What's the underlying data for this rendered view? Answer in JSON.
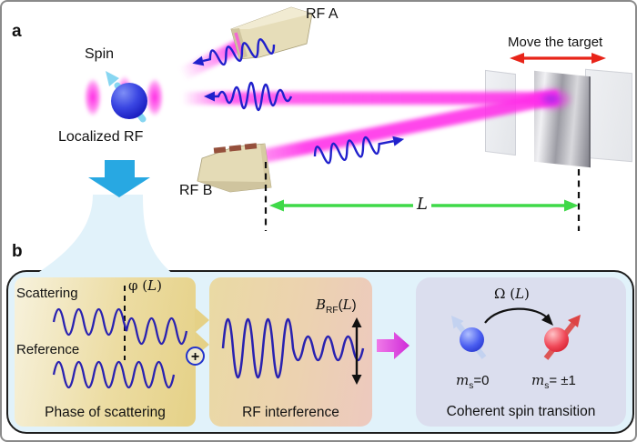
{
  "panel_a": {
    "label": "a",
    "spin": "Spin",
    "localized_rf": "Localized RF",
    "rf_a": "RF A",
    "rf_b": "RF B",
    "move_target": "Move the target",
    "distance": "L"
  },
  "panel_b": {
    "label": "b",
    "scattering": "Scattering",
    "reference": "Reference",
    "phi_prefix": "φ (",
    "phi_var": "L",
    "phi_suffix": ")",
    "plus": "+",
    "phase_caption": "Phase of scattering",
    "b_var": "B",
    "b_sub": "RF",
    "b_open": "(",
    "b_arg": "L",
    "b_close": ")",
    "interference_caption": "RF interference",
    "omega_prefix": "Ω (",
    "omega_var": "L",
    "omega_suffix": ")",
    "ms0_var": "m",
    "ms0_sub": "s",
    "ms0_rest": "=0",
    "ms1_var": "m",
    "ms1_sub": "s",
    "ms1_rest": "= ±1",
    "transition_caption": "Coherent spin transition"
  },
  "colors": {
    "beam_magenta": "#ff2ce8",
    "wave_blue": "#2a22b0",
    "accent_cyan": "#28a8e2",
    "green_arrow": "#3fd948",
    "red_arrow": "#e82419"
  }
}
